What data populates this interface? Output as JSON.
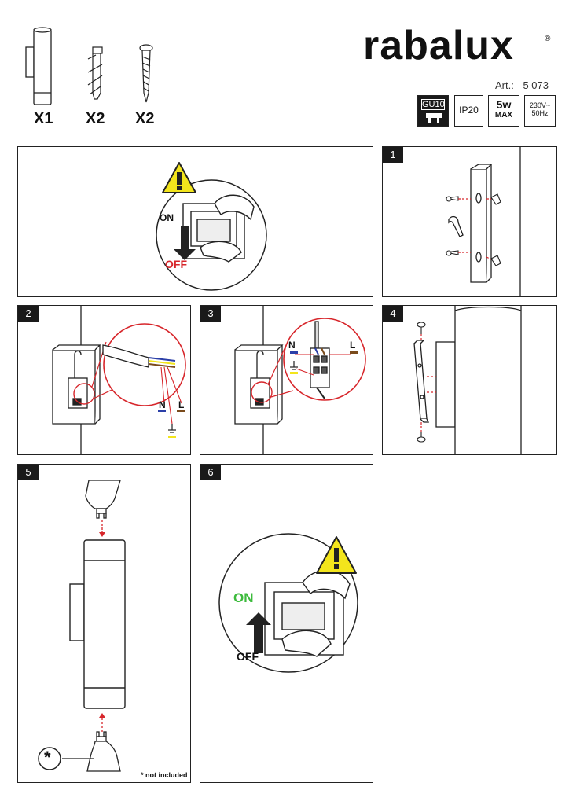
{
  "brand": "rabalux",
  "article": {
    "label": "Art.:",
    "number": "5 073"
  },
  "specs": {
    "socket": "GU10",
    "ip": "IP20",
    "power": "5w",
    "power_sub": "MAX",
    "voltage": "230V~",
    "frequency": "50Hz"
  },
  "parts": [
    {
      "qty": "X1"
    },
    {
      "qty": "X2"
    },
    {
      "qty": "X2"
    }
  ],
  "steps": [
    "1",
    "2",
    "3",
    "4",
    "5",
    "6"
  ],
  "switch": {
    "on": "ON",
    "off": "OFF"
  },
  "wires": {
    "n": "N",
    "l": "L"
  },
  "footnote": {
    "mark": "*",
    "text": "not included"
  },
  "colors": {
    "red": "#d7262b",
    "green": "#3dbb3d",
    "yellow": "#f3e51c",
    "blue": "#2b3fa8",
    "brown": "#7a4b1c"
  }
}
